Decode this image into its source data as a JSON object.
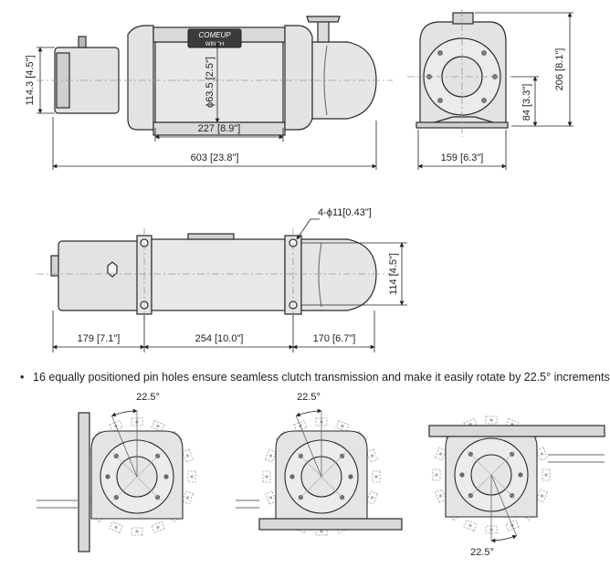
{
  "brand": {
    "line1": "COMEUP",
    "line2": "WINCH"
  },
  "top_view": {
    "overall_length": "603 [23.8\"]",
    "drum_length": "227 [8.9\"]",
    "drum_diameter": "ϕ63.5 [2.5\"]",
    "motor_height": "114.3 [4.5\"]"
  },
  "side_view": {
    "height": "206 [8.1\"]",
    "axis_height": "84 [3.3\"]",
    "width": "159 [6.3\"]"
  },
  "mount_view": {
    "holes": "4-ϕ11[0.43\"]",
    "height": "114 [4.5\"]",
    "dim_left": "179 [7.1\"]",
    "dim_middle": "254 [10.0\"]",
    "dim_right": "170 [6.7\"]"
  },
  "note": "16 equally positioned pin holes ensure seamless clutch transmission and make it easily rotate by 22.5° increments.",
  "clutch_views": [
    {
      "angle": "22.5°"
    },
    {
      "angle": "22.5°"
    },
    {
      "angle": "22.5°"
    }
  ],
  "colors": {
    "line": "#2a2a2a",
    "fill": "#e3e3e3",
    "dark": "#5a5a5a",
    "dash": "#999999"
  }
}
